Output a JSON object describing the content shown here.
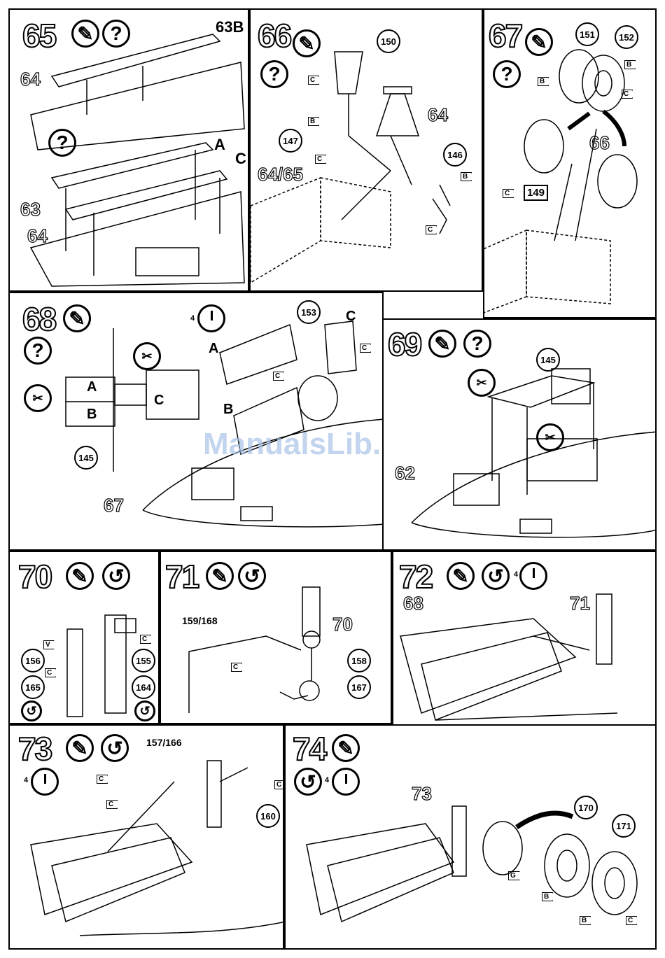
{
  "watermark": "ManualsLib.de",
  "steps": [
    {
      "number": "65",
      "labels": [
        "63B",
        "64",
        "A",
        "C",
        "63",
        "64"
      ]
    },
    {
      "number": "66",
      "labels": [
        "150",
        "64",
        "147",
        "146",
        "64/65"
      ],
      "flags": [
        "C",
        "B",
        "C",
        "B",
        "C"
      ]
    },
    {
      "number": "67",
      "labels": [
        "151",
        "152",
        "66",
        "149",
        "66"
      ],
      "flags": [
        "B",
        "B",
        "C",
        "C"
      ]
    },
    {
      "number": "68",
      "labels": [
        "153",
        "A",
        "C",
        "B",
        "145",
        "67",
        "A",
        "B",
        "C"
      ],
      "flags": [
        "C",
        "C"
      ],
      "timer": "4"
    },
    {
      "number": "69",
      "labels": [
        "145",
        "62"
      ]
    },
    {
      "number": "70",
      "labels": [
        "156",
        "155",
        "165",
        "164"
      ],
      "flags": [
        "V",
        "C",
        "C"
      ]
    },
    {
      "number": "71",
      "labels": [
        "159/168",
        "70",
        "158",
        "167"
      ],
      "flags": [
        "C"
      ]
    },
    {
      "number": "72",
      "labels": [
        "68",
        "71"
      ],
      "timer": "4"
    },
    {
      "number": "73",
      "labels": [
        "157/166",
        "160"
      ],
      "flags": [
        "C",
        "C",
        "C"
      ],
      "timer": "4"
    },
    {
      "number": "74",
      "labels": [
        "73",
        "170",
        "171"
      ],
      "flags": [
        "G",
        "B",
        "B",
        "C"
      ],
      "timer": "4"
    }
  ],
  "icons": {
    "glue": "glue-tube-icon",
    "question": "?",
    "decal": "decal-icon",
    "paint": "paint-icon",
    "clock": "clock-icon"
  }
}
